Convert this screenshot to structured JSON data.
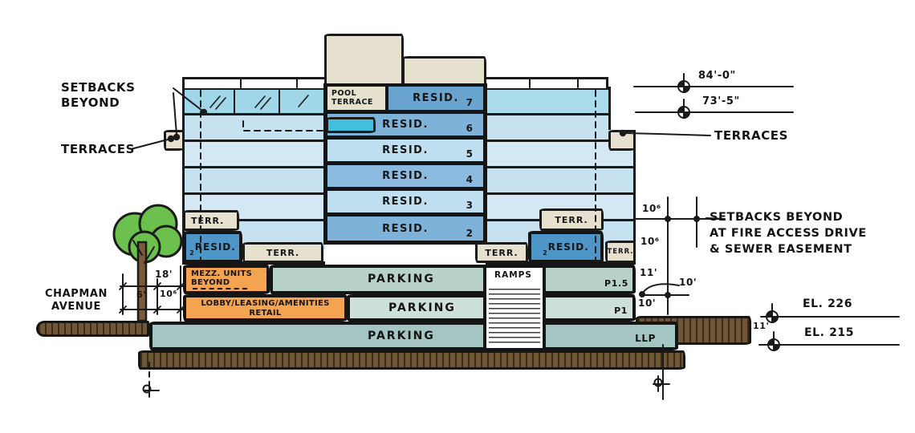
{
  "palette": {
    "ink": "#1b1b1b",
    "glass_cyan": "#9fd6e8",
    "wing_light": "#c6e1f0",
    "wing_lighter": "#d3e8f4",
    "core_floor7": "#68a4ce",
    "core_medium": "#7fb2d8",
    "core_light": "#bfdff0",
    "core_floor4": "#8cbade",
    "resid_box_blue": "#4e95c8",
    "pool_teal": "#40c0dc",
    "terrace_beige": "#e6e0ce",
    "orange": "#f4a351",
    "parking_p15": "#b8d1cb",
    "parking_p1": "#cde0da",
    "parking_llp": "#a4c5c2",
    "earth_brown": "#6f5635",
    "tree_green": "#6cc04e",
    "trunk_brown": "#7b5b39"
  },
  "annotations": {
    "setbacks_left": {
      "line1": "SETBACKS",
      "line2": "BEYOND"
    },
    "terraces_left": "TERRACES",
    "street": {
      "line1": "CHAPMAN",
      "line2": "AVENUE"
    },
    "terraces_right": "TERRACES",
    "setbacks_right": {
      "line1": "SETBACKS BEYOND",
      "line2": "AT FIRE ACCESS DRIVE",
      "line3": "& SEWER EASEMENT"
    }
  },
  "elevation_markers": {
    "roof": "84'-0\"",
    "floor7": "73'-5\"",
    "street_level": "EL. 226",
    "lower_level": "EL. 215"
  },
  "dimensions": {
    "left": {
      "total": "18'",
      "walk": "6'",
      "ground": "10⁶"
    },
    "right": {
      "floor_a": "10⁶",
      "floor_b": "10⁶",
      "ground": "11'",
      "p1_leader": "10'",
      "p1": "10'",
      "basement": "11'"
    }
  },
  "building": {
    "pool": {
      "line1": "POOL",
      "line2": "TERRACE"
    },
    "floors": [
      {
        "label": "RESID.",
        "number": "7"
      },
      {
        "label": "RESID.",
        "number": "6"
      },
      {
        "label": "RESID.",
        "number": "5"
      },
      {
        "label": "RESID.",
        "number": "4"
      },
      {
        "label": "RESID.",
        "number": "3"
      },
      {
        "label": "RESID.",
        "number": "2"
      }
    ],
    "terr_label": "TERR.",
    "resid_side": {
      "sub": "2",
      "label": "RESID."
    },
    "mezz": {
      "line1": "MEZZ. UNITS",
      "line2": "BEYOND"
    },
    "lobby": {
      "line1": "LOBBY/LEASING/AMENITIES",
      "line2": "RETAIL"
    }
  },
  "parking": {
    "levels": [
      {
        "label": "PARKING",
        "code": "P1.5"
      },
      {
        "label": "PARKING",
        "code": "P1"
      },
      {
        "label": "PARKING",
        "code": "LLP"
      }
    ],
    "ramps": "RAMPS"
  }
}
